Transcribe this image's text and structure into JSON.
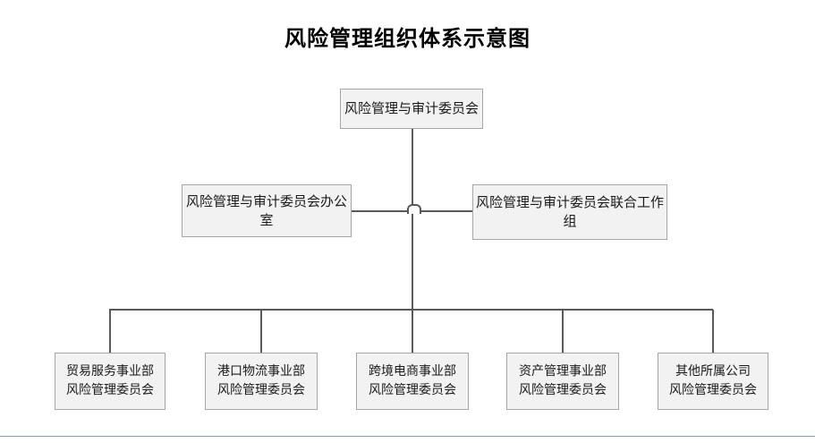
{
  "title": "风险管理组织体系示意图",
  "chart_data": {
    "type": "diagram",
    "diagram_type": "organization-chart",
    "title": "风险管理组织体系示意图",
    "orientation": "top-down",
    "levels": 3,
    "nodes": [
      {
        "id": "top",
        "level": 1,
        "label": "风险管理与审计委员会"
      },
      {
        "id": "office",
        "level": 2,
        "label": "风险管理与审计委员会办公室"
      },
      {
        "id": "workgroup",
        "level": 2,
        "label": "风险管理与审计委员会联合工作组"
      },
      {
        "id": "leaf-0",
        "level": 3,
        "label": "贸易服务事业部\n风险管理委员会"
      },
      {
        "id": "leaf-1",
        "level": 3,
        "label": "港口物流事业部\n风险管理委员会"
      },
      {
        "id": "leaf-2",
        "level": 3,
        "label": "跨境电商事业部\n风险管理委员会"
      },
      {
        "id": "leaf-3",
        "level": 3,
        "label": "资产管理事业部\n风险管理委员会"
      },
      {
        "id": "leaf-4",
        "level": 3,
        "label": "其他所属公司\n风险管理委员会"
      }
    ],
    "edges": [
      {
        "from": "top",
        "to": "office",
        "style": "elbow"
      },
      {
        "from": "top",
        "to": "workgroup",
        "style": "elbow"
      },
      {
        "from": "top",
        "to": "leaf-0",
        "style": "elbow"
      },
      {
        "from": "top",
        "to": "leaf-1",
        "style": "elbow"
      },
      {
        "from": "top",
        "to": "leaf-2",
        "style": "elbow"
      },
      {
        "from": "top",
        "to": "leaf-3",
        "style": "elbow"
      },
      {
        "from": "top",
        "to": "leaf-4",
        "style": "elbow"
      }
    ],
    "colors": {
      "background": "#ffffff",
      "node_fill": "#f2f2f2",
      "node_border": "#a6a6a6",
      "connector": "#595959",
      "text": "#1a1a1a",
      "title_text": "#000000",
      "page_rule": "#7f9dc4"
    }
  },
  "nodes": {
    "top": "风险管理与审计委员会",
    "office": "风险管理与审计委员会办公室",
    "workgroup": "风险管理与审计委员会联合工作组",
    "leaf_0": "贸易服务事业部\n风险管理委员会",
    "leaf_1": "港口物流事业部\n风险管理委员会",
    "leaf_2": "跨境电商事业部\n风险管理委员会",
    "leaf_3": "资产管理事业部\n风险管理委员会",
    "leaf_4": "其他所属公司\n风险管理委员会"
  }
}
